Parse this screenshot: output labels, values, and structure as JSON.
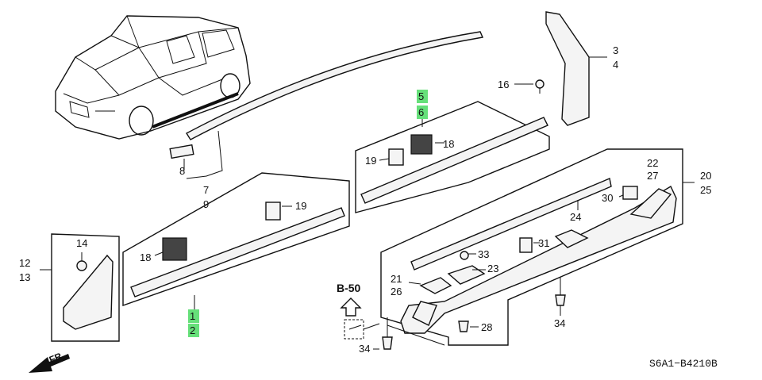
{
  "diagram": {
    "code": "S6A1−B4210B",
    "ref": "B-50",
    "direction": "FR.",
    "labels": {
      "p1": "1",
      "p2": "2",
      "p3": "3",
      "p4": "4",
      "p5": "5",
      "p6": "6",
      "p7": "7",
      "p8": "8",
      "p9": "9",
      "p12": "12",
      "p13": "13",
      "p14": "14",
      "p16": "16",
      "p18a": "18",
      "p18b": "18",
      "p19a": "19",
      "p19b": "19",
      "p20": "20",
      "p21": "21",
      "p22": "22",
      "p23": "23",
      "p24": "24",
      "p25": "25",
      "p26": "26",
      "p27": "27",
      "p28": "28",
      "p30": "30",
      "p31": "31",
      "p33": "33",
      "p34a": "34",
      "p34b": "34"
    },
    "highlight_color": "#66e07a"
  }
}
